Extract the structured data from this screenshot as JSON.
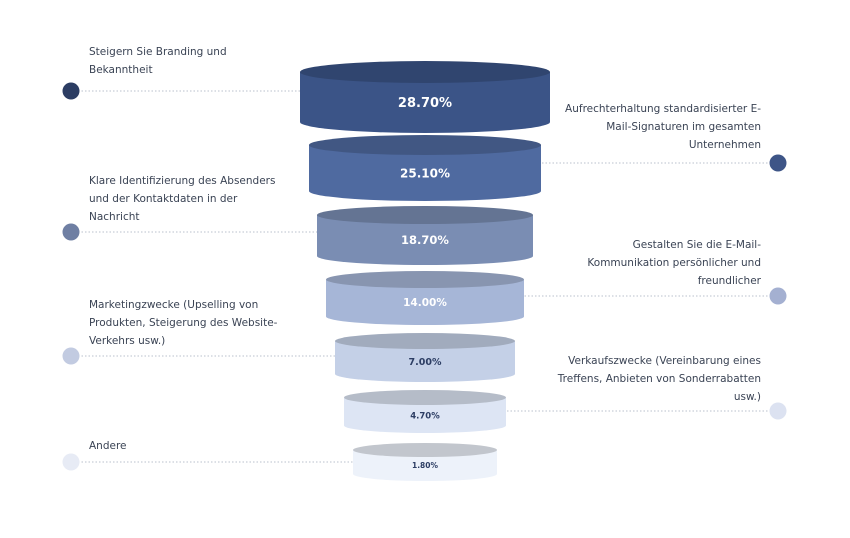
{
  "chart_data": {
    "type": "funnel",
    "segments": [
      {
        "value": 28.7,
        "label": "28.70%",
        "category": "Steigern Sie Branding und\nBekanntheit",
        "color": "#3b5487",
        "side": "left"
      },
      {
        "value": 25.1,
        "label": "25.10%",
        "category": "Aufrechterhaltung standardisierter E-\nMail-Signaturen im gesamten\nUnternehmen",
        "color": "#4f6aa0",
        "side": "right"
      },
      {
        "value": 18.7,
        "label": "18.70%",
        "category": "Klare Identifizierung des Absenders\nund der Kontaktdaten in der\nNachricht",
        "color": "#7a8db3",
        "side": "left"
      },
      {
        "value": 14.0,
        "label": "14.00%",
        "category": "Gestalten Sie die E-Mail-\nKommunikation persönlicher und\nfreundlicher",
        "color": "#a6b6d7",
        "side": "right"
      },
      {
        "value": 7.0,
        "label": "7.00%",
        "category": "Marketingzwecke (Upselling von\nProdukten, Steigerung des Website-\nVerkehrs usw.)",
        "color": "#c4d0e7",
        "side": "left"
      },
      {
        "value": 4.7,
        "label": "4.70%",
        "category": "Verkaufszwecke (Vereinbarung eines\nTreffens, Anbieten von Sonderrabatten\nusw.)",
        "color": "#dde5f4",
        "side": "right"
      },
      {
        "value": 1.8,
        "label": "1.80%",
        "category": "Andere",
        "color": "#edf2fa",
        "side": "left"
      }
    ],
    "dot_colors": [
      "#2c3d63",
      "#3e5587",
      "#6f7fa3",
      "#a4b0d1",
      "#c2cbe1",
      "#dce2f1",
      "#e7ebf5"
    ],
    "value_label_colors": [
      "#ffffff",
      "#ffffff",
      "#ffffff",
      "#ffffff",
      "#2c3d63",
      "#2c3d63",
      "#2c3d63"
    ],
    "legend": "none",
    "grid": false
  }
}
